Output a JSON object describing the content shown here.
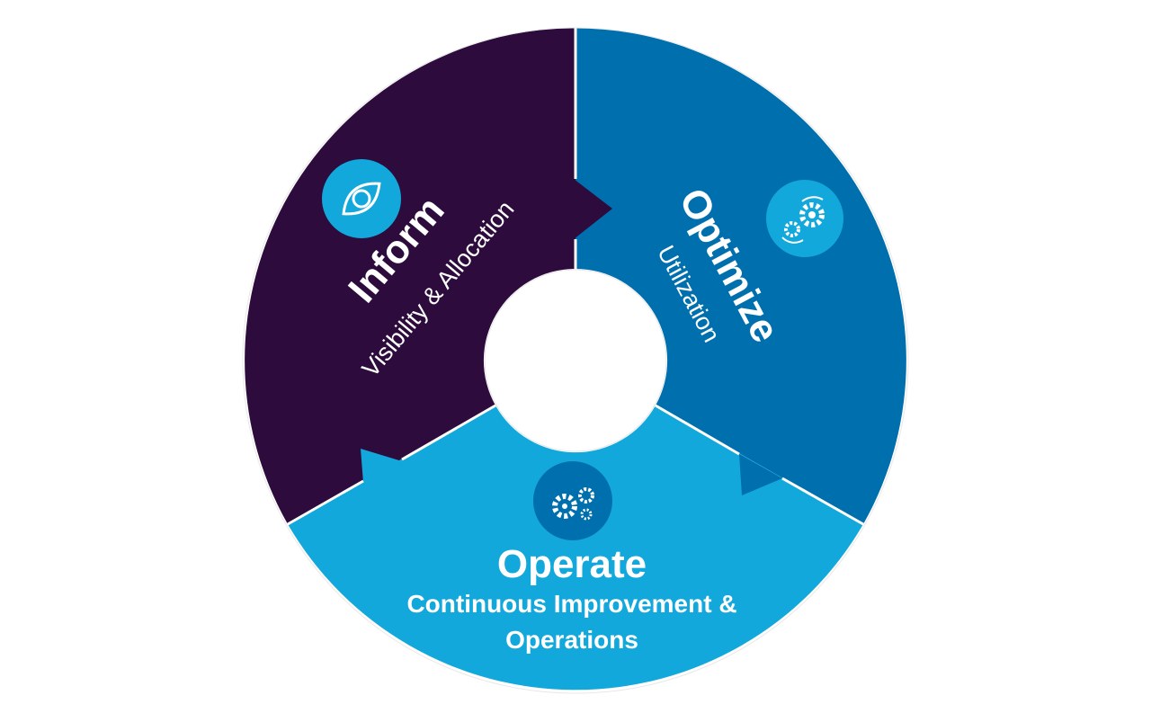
{
  "colors": {
    "inform": "#2d0b3d",
    "optimize": "#006fae",
    "operate": "#13a8db",
    "divider": "#ffffff"
  },
  "segments": {
    "inform": {
      "title": "Inform",
      "subtitle": "Visibility & Allocation",
      "icon": "eye-icon"
    },
    "optimize": {
      "title": "Optimize",
      "subtitle": "Utilization",
      "icon": "gears-cycle-icon"
    },
    "operate": {
      "title": "Operate",
      "subtitle_line1": "Continuous Improvement &",
      "subtitle_line2": "Operations",
      "icon": "gears-icon"
    }
  }
}
